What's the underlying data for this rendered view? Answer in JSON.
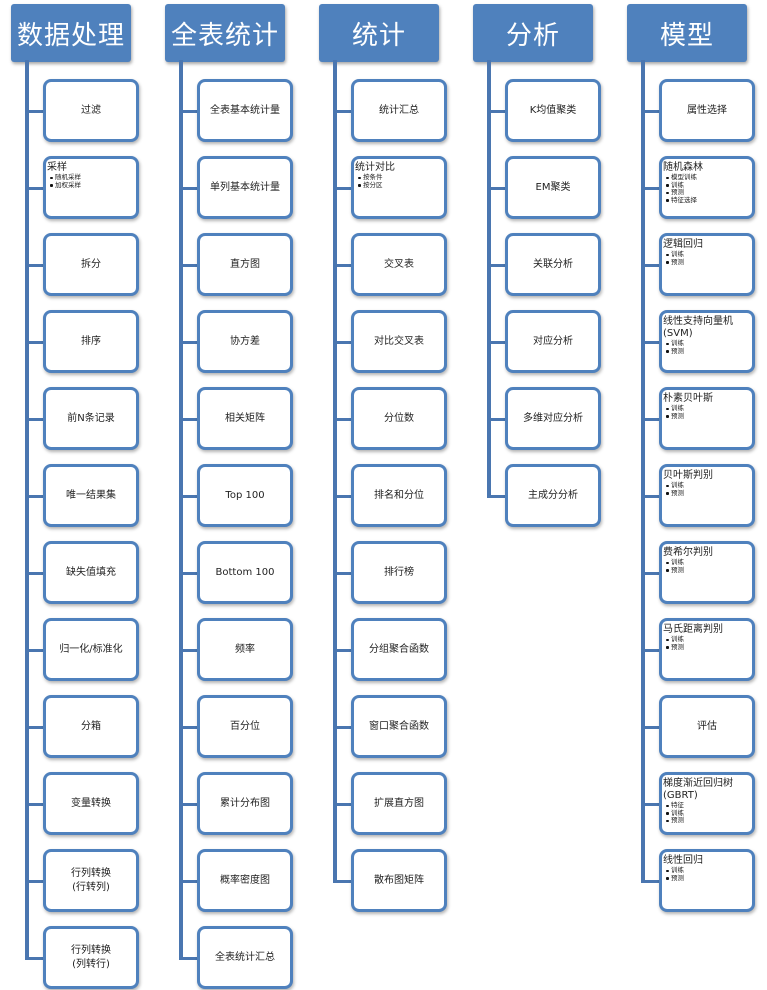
{
  "columns": [
    {
      "title": "数据处理",
      "items": [
        {
          "label": "过滤"
        },
        {
          "label": "采样",
          "sub": [
            "随机采样",
            "加权采样"
          ]
        },
        {
          "label": "拆分"
        },
        {
          "label": "排序"
        },
        {
          "label": "前N条记录"
        },
        {
          "label": "唯一结果集"
        },
        {
          "label": "缺失值填充"
        },
        {
          "label": "归一化/标准化"
        },
        {
          "label": "分箱"
        },
        {
          "label": "变量转换"
        },
        {
          "label": "行列转换\n(行转列)"
        },
        {
          "label": "行列转换\n(列转行)"
        }
      ]
    },
    {
      "title": "全表统计",
      "items": [
        {
          "label": "全表基本统计量"
        },
        {
          "label": "单列基本统计量"
        },
        {
          "label": "直方图"
        },
        {
          "label": "协方差"
        },
        {
          "label": "相关矩阵"
        },
        {
          "label": "Top 100"
        },
        {
          "label": "Bottom 100"
        },
        {
          "label": "频率"
        },
        {
          "label": "百分位"
        },
        {
          "label": "累计分布图"
        },
        {
          "label": "概率密度图"
        },
        {
          "label": "全表统计汇总"
        }
      ]
    },
    {
      "title": "统计",
      "items": [
        {
          "label": "统计汇总"
        },
        {
          "label": "统计对比",
          "sub": [
            "按条件",
            "按分区"
          ]
        },
        {
          "label": "交叉表"
        },
        {
          "label": "对比交叉表"
        },
        {
          "label": "分位数"
        },
        {
          "label": "排名和分位"
        },
        {
          "label": "排行榜"
        },
        {
          "label": "分组聚合函数"
        },
        {
          "label": "窗口聚合函数"
        },
        {
          "label": "扩展直方图"
        },
        {
          "label": "散布图矩阵"
        }
      ]
    },
    {
      "title": "分析",
      "items": [
        {
          "label": "K均值聚类"
        },
        {
          "label": "EM聚类"
        },
        {
          "label": "关联分析"
        },
        {
          "label": "对应分析"
        },
        {
          "label": "多维对应分析"
        },
        {
          "label": "主成分分析"
        }
      ]
    },
    {
      "title": "模型",
      "items": [
        {
          "label": "属性选择"
        },
        {
          "label": "随机森林",
          "sub": [
            "模型训练",
            "训练",
            "预测",
            "特征选择"
          ]
        },
        {
          "label": "逻辑回归",
          "sub": [
            "训练",
            "预测"
          ]
        },
        {
          "label": "线性支持向量机(SVM)",
          "sub": [
            "训练",
            "预测"
          ]
        },
        {
          "label": "朴素贝叶斯",
          "sub": [
            "训练",
            "预测"
          ]
        },
        {
          "label": "贝叶斯判别",
          "sub": [
            "训练",
            "预测"
          ]
        },
        {
          "label": "费希尔判别",
          "sub": [
            "训练",
            "预测"
          ]
        },
        {
          "label": "马氏距离判别",
          "sub": [
            "训练",
            "预测"
          ]
        },
        {
          "label": "评估"
        },
        {
          "label": "梯度渐近回归树(GBRT)",
          "sub": [
            "特征",
            "训练",
            "预测"
          ]
        },
        {
          "label": "线性回归",
          "sub": [
            "训练",
            "预测"
          ]
        }
      ]
    }
  ]
}
